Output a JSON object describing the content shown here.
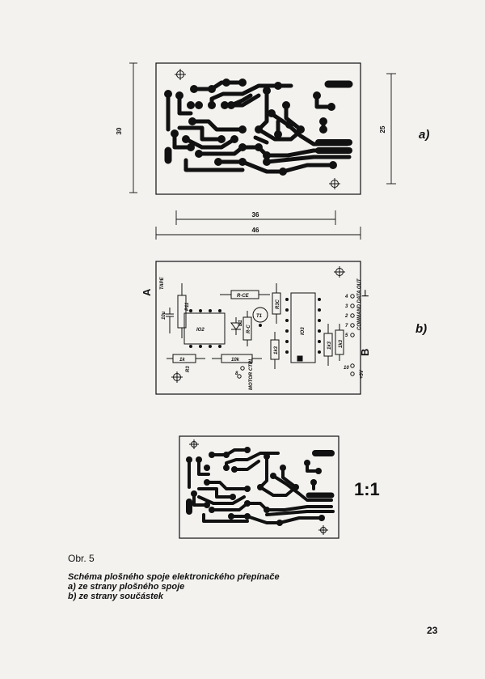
{
  "figure": {
    "label": "Obr. 5",
    "title": "Schéma plošného spoje elektronického přepínače",
    "lines": [
      "a) ze strany plošného spoje",
      "b) ze strany součástek"
    ]
  },
  "panel_a": {
    "label": "a)",
    "dimensions": {
      "height": "30",
      "inner_height": "25",
      "inner_width": "36",
      "outer_width": "46"
    }
  },
  "panel_b": {
    "label": "b)",
    "side_a": "A",
    "side_b": "B",
    "tape": "TAPE",
    "c1": "10µ",
    "r1": "P11",
    "ic2": "IO2",
    "ic3": "IO3",
    "r_top": "R-CE",
    "t1": "T1",
    "r_r": "R3C",
    "d1": "D1",
    "r_c": "R-C",
    "r_left": "R3",
    "r_bl": "1k",
    "r_bm": "10k",
    "r_mid": "1k3",
    "r_right1": "1k3",
    "r_right2": "1k3",
    "motor": "MOTOR CTRL",
    "motor_num": "8",
    "cmd": "COMMAND DATA OUT",
    "pins": [
      "4",
      "3",
      "2",
      "7",
      "5"
    ],
    "ground": "⊥",
    "pwr_num": "10",
    "pwr": "+9V"
  },
  "scale": "1:1",
  "page_number": "23"
}
